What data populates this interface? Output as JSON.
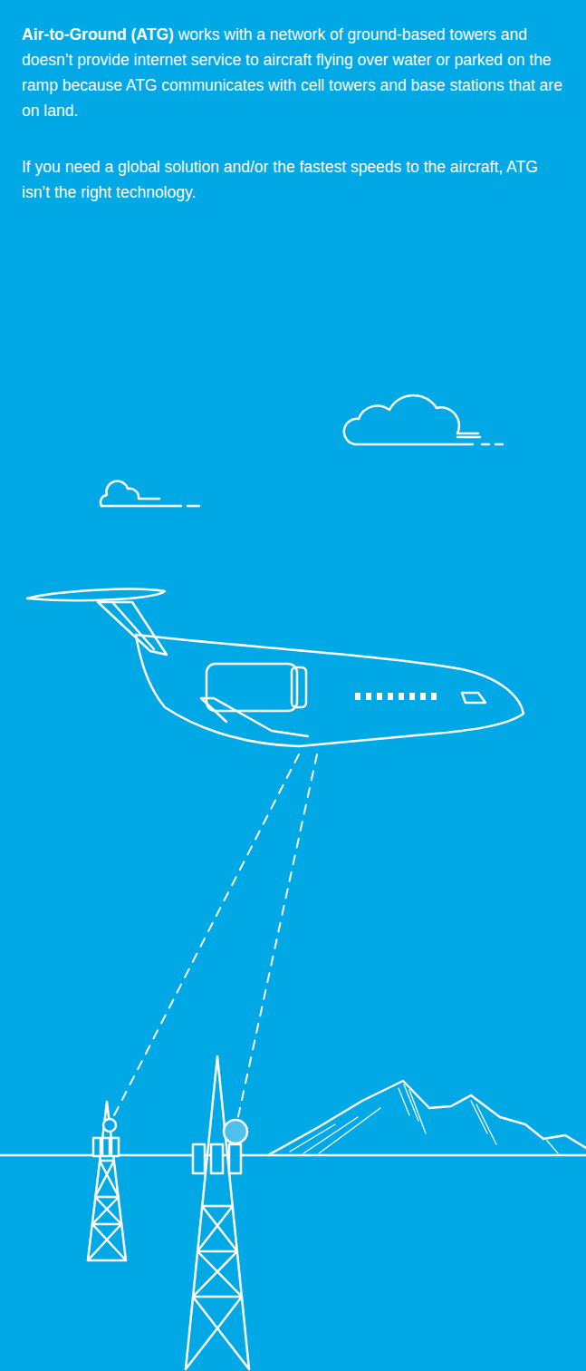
{
  "diagram": {
    "labels": [
      "Air-to-Ground (ATG)",
      "works with a network of ground-based towers and doesn’t provide internet service to aircraft flying over water or parked on the ramp because ATG communicates with cell towers and base stations that are on land.",
      "If you need a global solution and/or the fastest speeds to the aircraft, ATG isn’t the right technology."
    ]
  }
}
